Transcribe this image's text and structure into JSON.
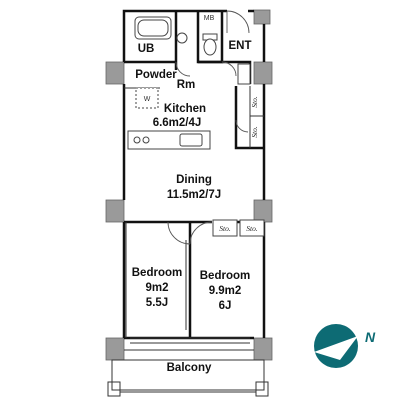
{
  "rooms": {
    "ub": "UB",
    "powder_line1": "Powder",
    "powder_line2": "Rm",
    "ent": "ENT",
    "mb": "MB",
    "washer": "W",
    "kitchen_name": "Kitchen",
    "kitchen_size": "6.6m2/4J",
    "dining_name": "Dining",
    "dining_size": "11.5m2/7J",
    "bedroom1_name": "Bedroom",
    "bedroom1_area": "9m2",
    "bedroom1_jo": "5.5J",
    "bedroom2_name": "Bedroom",
    "bedroom2_area": "9.9m2",
    "bedroom2_jo": "6J",
    "balcony": "Balcony",
    "storage": "Sto."
  },
  "compass": {
    "label": "N",
    "color": "#0d6b74",
    "icon": "north-compass-icon"
  }
}
